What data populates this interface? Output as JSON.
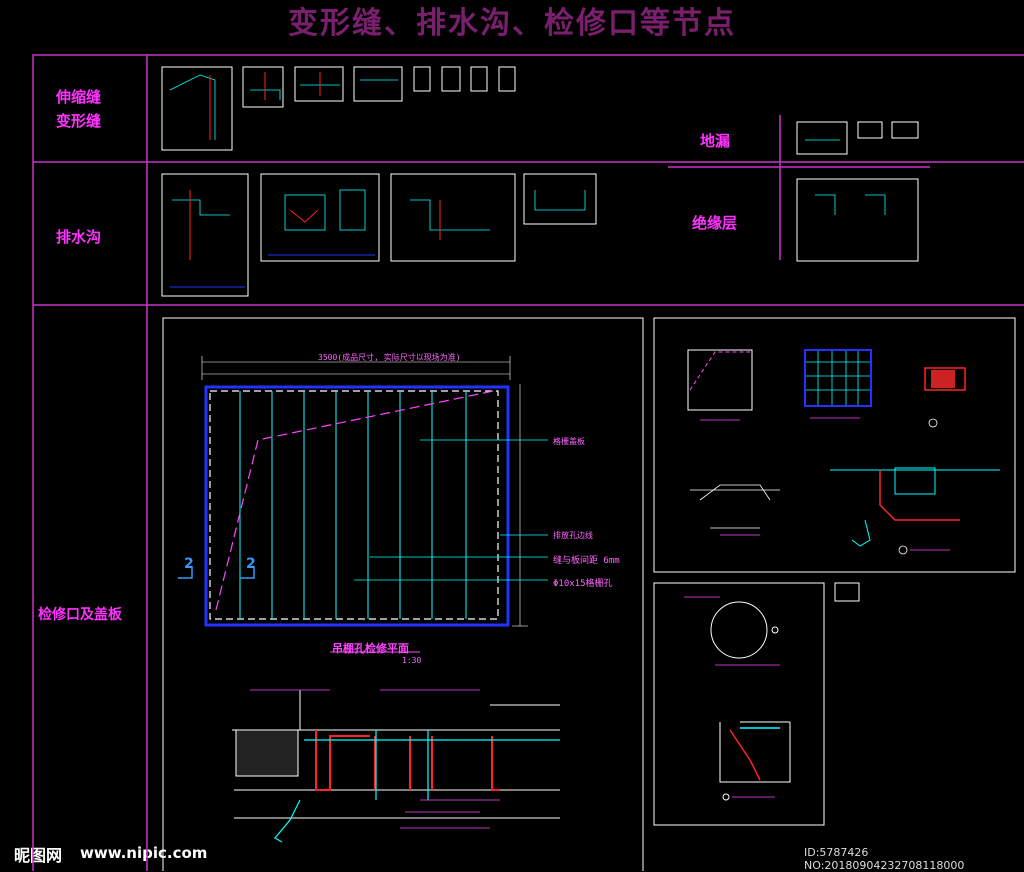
{
  "title": "变形缝、排水沟、检修口等节点",
  "rows": {
    "row1_label_line1": "伸缩缝",
    "row1_label_line2": "变形缝",
    "row1_right_label": "地漏",
    "row2_label": "排水沟",
    "row2_right_label": "绝缘层",
    "row3_label": "检修口及盖板"
  },
  "plan": {
    "top_dim": "3500(成品尺寸, 实际尺寸以现场为准)",
    "note1": "格栅盖板",
    "note2": "排放孔边线",
    "note3": "缝与板间距 6mm",
    "note4": "Φ10x15格栅孔",
    "section_mark": "2",
    "caption": "吊棚孔检修平面",
    "scale": "1:30"
  },
  "watermark": {
    "site": "昵图网",
    "url": "www.nipic.com",
    "id": "ID:5787426 NO:20180904232708118000"
  },
  "colors": {
    "frame": "#cc33cc",
    "accent": "#ff33ff",
    "cyan": "#00ffff",
    "blue": "#2233ff",
    "red": "#ff2222",
    "white": "#ffffff"
  }
}
